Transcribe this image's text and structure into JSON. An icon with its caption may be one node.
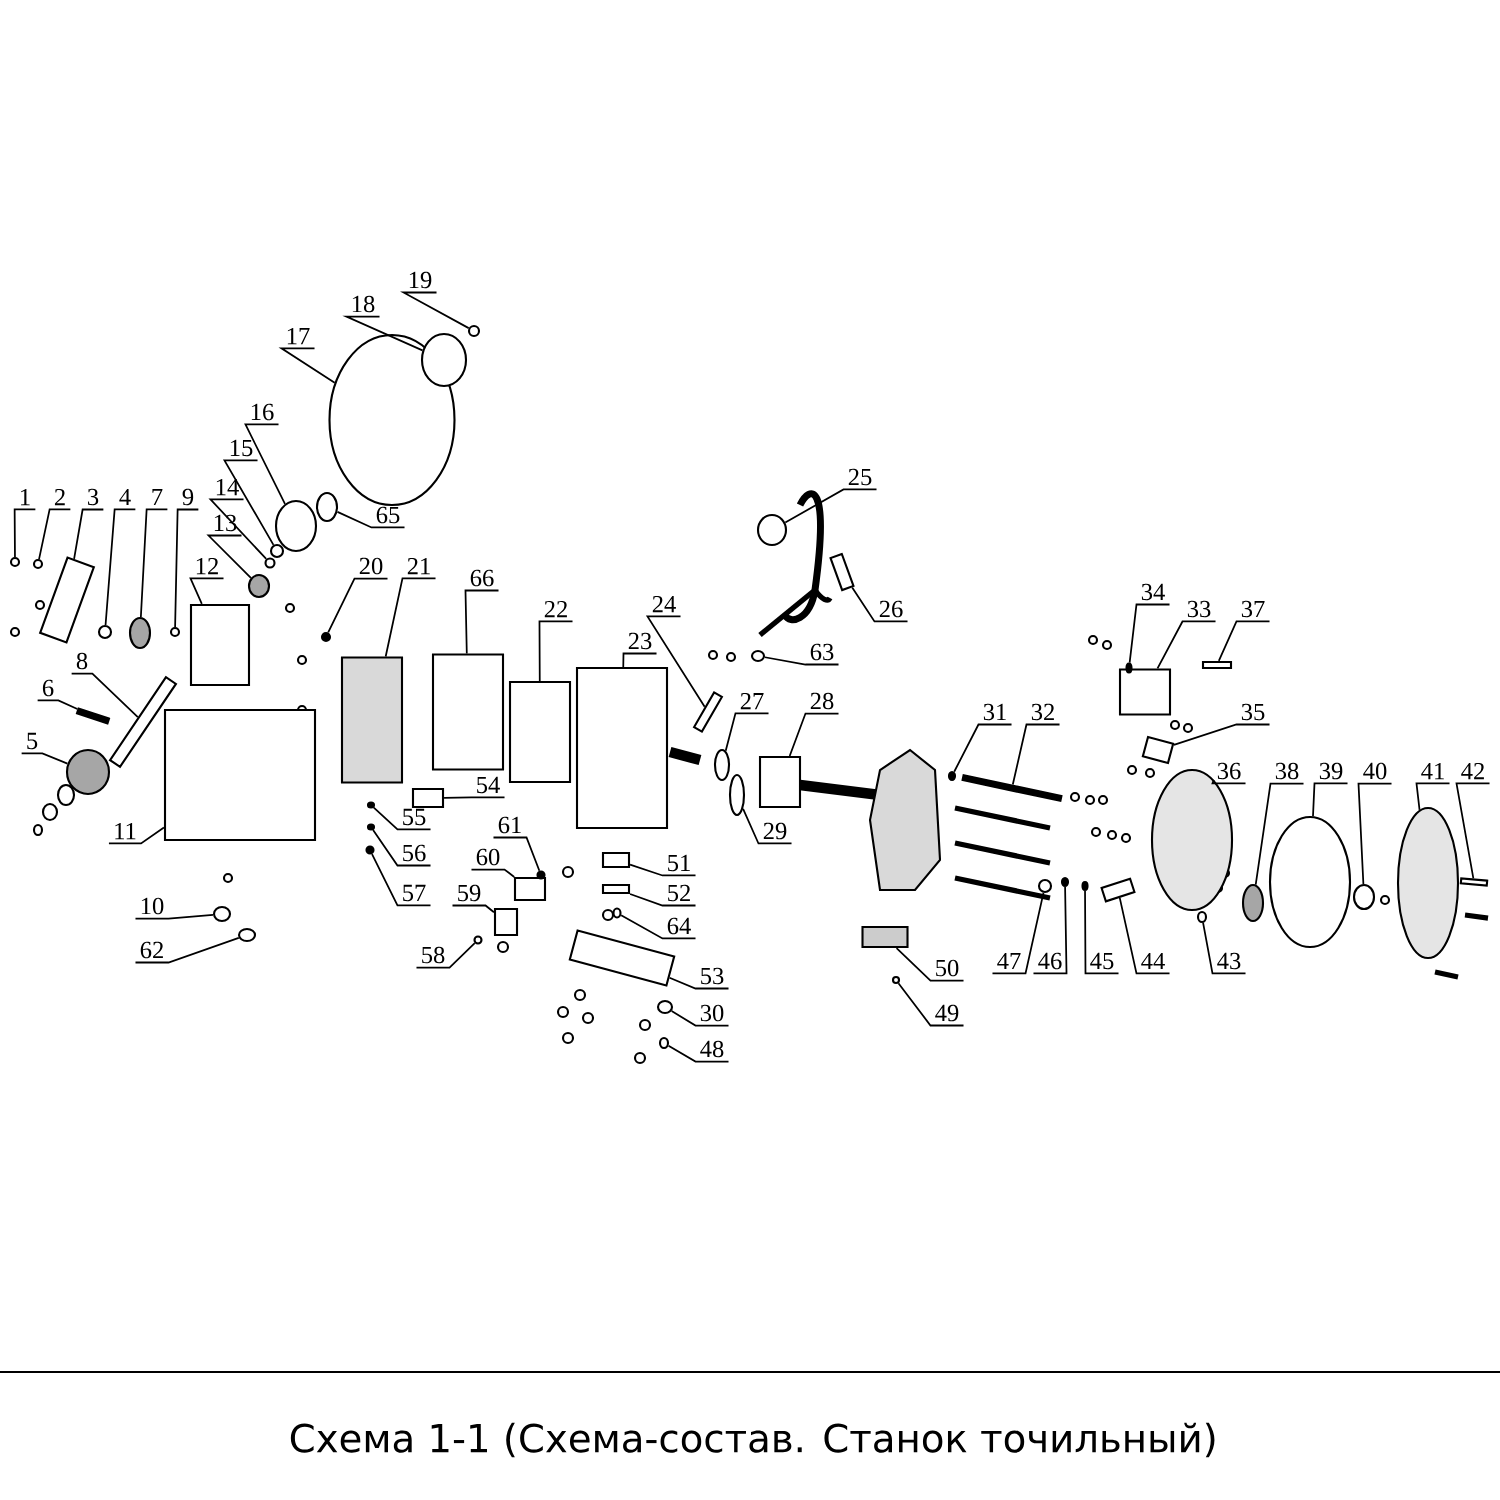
{
  "diagram": {
    "caption": "Схема 1-1 (Схема-состав. Станок точильный)",
    "nodes": [
      {
        "text": [
          "1"
        ]
      },
      {
        "text": [
          "2"
        ]
      },
      {
        "text": [
          "3"
        ]
      },
      {
        "text": [
          "4"
        ]
      },
      {
        "text": [
          "5"
        ]
      },
      {
        "text": [
          "6"
        ]
      },
      {
        "text": [
          "7"
        ]
      },
      {
        "text": [
          "8"
        ]
      },
      {
        "text": [
          "9"
        ]
      },
      {
        "text": [
          "10"
        ]
      },
      {
        "text": [
          "11"
        ]
      },
      {
        "text": [
          "12"
        ]
      },
      {
        "text": [
          "13"
        ]
      },
      {
        "text": [
          "14"
        ]
      },
      {
        "text": [
          "15"
        ]
      },
      {
        "text": [
          "16"
        ]
      },
      {
        "text": [
          "17"
        ]
      },
      {
        "text": [
          "18"
        ]
      },
      {
        "text": [
          "19"
        ]
      },
      {
        "text": [
          "20"
        ]
      },
      {
        "text": [
          "21"
        ]
      },
      {
        "text": [
          "22"
        ]
      },
      {
        "text": [
          "23"
        ]
      },
      {
        "text": [
          "24"
        ]
      },
      {
        "text": [
          "25"
        ]
      },
      {
        "text": [
          "26"
        ]
      },
      {
        "text": [
          "27"
        ]
      },
      {
        "text": [
          "28"
        ]
      },
      {
        "text": [
          "29"
        ]
      },
      {
        "text": [
          "30"
        ]
      },
      {
        "text": [
          "31"
        ]
      },
      {
        "text": [
          "32"
        ]
      },
      {
        "text": [
          "33"
        ]
      },
      {
        "text": [
          "34"
        ]
      },
      {
        "text": [
          "35"
        ]
      },
      {
        "text": [
          "36"
        ]
      },
      {
        "text": [
          "37"
        ]
      },
      {
        "text": [
          "38"
        ]
      },
      {
        "text": [
          "39"
        ]
      },
      {
        "text": [
          "40"
        ]
      },
      {
        "text": [
          "41"
        ]
      },
      {
        "text": [
          "42"
        ]
      },
      {
        "text": [
          "43"
        ]
      },
      {
        "text": [
          "44"
        ]
      },
      {
        "text": [
          "45"
        ]
      },
      {
        "text": [
          "46"
        ]
      },
      {
        "text": [
          "47"
        ]
      },
      {
        "text": [
          "48"
        ]
      },
      {
        "text": [
          "49"
        ]
      },
      {
        "text": [
          "50"
        ]
      },
      {
        "text": [
          "51"
        ]
      },
      {
        "text": [
          "52"
        ]
      },
      {
        "text": [
          "53"
        ]
      },
      {
        "text": [
          "54"
        ]
      },
      {
        "text": [
          "55"
        ]
      },
      {
        "text": [
          "56"
        ]
      },
      {
        "text": [
          "57"
        ]
      },
      {
        "text": [
          "58"
        ]
      },
      {
        "text": [
          "59"
        ]
      },
      {
        "text": [
          "60"
        ]
      },
      {
        "text": [
          "61"
        ]
      },
      {
        "text": [
          "62"
        ]
      },
      {
        "text": [
          "63"
        ]
      },
      {
        "text": [
          "64"
        ]
      },
      {
        "text": [
          "65"
        ]
      },
      {
        "text": [
          "66"
        ]
      },
      {
        "text": [],
        "shape": "circle"
      },
      {
        "text": [],
        "shape": "circle"
      },
      {
        "text": [],
        "shape": "box"
      },
      {
        "text": [],
        "shape": "circle"
      },
      {
        "text": [],
        "shape": "circle"
      },
      {
        "text": [],
        "shape": "box"
      },
      {
        "text": [],
        "shape": "circle"
      },
      {
        "text": [],
        "shape": "box"
      },
      {
        "text": [],
        "shape": "circle"
      },
      {
        "text": [],
        "shape": "circle"
      },
      {
        "text": [],
        "shape": "box"
      },
      {
        "text": [],
        "shape": "box"
      },
      {
        "text": [],
        "shape": "circle"
      },
      {
        "text": [],
        "shape": "circle"
      },
      {
        "text": [],
        "shape": "circle"
      },
      {
        "text": [],
        "shape": "circle"
      },
      {
        "text": [],
        "shape": "circle"
      },
      {
        "text": [],
        "shape": "circle"
      },
      {
        "text": [],
        "shape": "circle"
      },
      {
        "text": [],
        "shape": "circle"
      },
      {
        "text": [],
        "shape": "box"
      },
      {
        "text": [],
        "shape": "box"
      },
      {
        "text": [],
        "shape": "box"
      },
      {
        "text": [],
        "shape": "box"
      },
      {
        "text": [],
        "shape": "circle"
      },
      {
        "text": [],
        "shape": "box"
      },
      {
        "text": [],
        "shape": "circle"
      },
      {
        "text": [],
        "shape": "box"
      },
      {
        "text": [],
        "shape": "circle"
      },
      {
        "text": [],
        "shape": "circle"
      },
      {
        "text": [],
        "shape": "circle"
      },
      {
        "text": [],
        "shape": "box"
      },
      {
        "text": [],
        "shape": "box"
      },
      {
        "text": [],
        "shape": "circle"
      },
      {
        "text": [],
        "shape": "box"
      },
      {
        "text": [],
        "shape": "circle"
      },
      {
        "text": [],
        "shape": "box"
      },
      {
        "text": [],
        "shape": "circle"
      },
      {
        "text": [],
        "shape": "circle"
      },
      {
        "text": [],
        "shape": "circle"
      },
      {
        "text": [],
        "shape": "circle"
      },
      {
        "text": [],
        "shape": "box"
      },
      {
        "text": [],
        "shape": "circle"
      },
      {
        "text": [],
        "shape": "box"
      },
      {
        "text": [],
        "shape": "circle"
      },
      {
        "text": [],
        "shape": "circle"
      },
      {
        "text": [],
        "shape": "circle"
      },
      {
        "text": [],
        "shape": "circle"
      },
      {
        "text": [],
        "shape": "circle"
      },
      {
        "text": [],
        "shape": "box"
      },
      {
        "text": [],
        "shape": "box"
      },
      {
        "text": [],
        "shape": "box"
      },
      {
        "text": [],
        "shape": "box"
      },
      {
        "text": [],
        "shape": "box"
      },
      {
        "text": [],
        "shape": "circle"
      },
      {
        "text": [],
        "shape": "circle"
      },
      {
        "text": [],
        "shape": "circle"
      },
      {
        "text": [],
        "shape": "circle"
      },
      {
        "text": [],
        "shape": "box"
      },
      {
        "text": [],
        "shape": "box"
      },
      {
        "text": [],
        "shape": "circle"
      },
      {
        "text": [],
        "shape": "circle"
      },
      {
        "text": [],
        "shape": "circle"
      },
      {
        "text": [],
        "shape": "circle"
      },
      {
        "text": [],
        "shape": "circle"
      },
      {
        "text": [],
        "shape": "box"
      }
    ],
    "edges": [
      {
        "from": 0,
        "to": 66,
        "arrow": "none"
      },
      {
        "from": 1,
        "to": 67,
        "arrow": "none"
      },
      {
        "from": 2,
        "to": 68,
        "arrow": "none"
      },
      {
        "from": 3,
        "to": 69,
        "arrow": "none"
      },
      {
        "from": 4,
        "to": 70,
        "arrow": "none"
      },
      {
        "from": 5,
        "to": 71,
        "arrow": "none"
      },
      {
        "from": 6,
        "to": 72,
        "arrow": "none"
      },
      {
        "from": 7,
        "to": 73,
        "arrow": "none"
      },
      {
        "from": 8,
        "to": 74,
        "arrow": "none"
      },
      {
        "from": 9,
        "to": 75,
        "arrow": "none"
      },
      {
        "from": 10,
        "to": 76,
        "arrow": "none"
      },
      {
        "from": 11,
        "to": 77,
        "arrow": "none"
      },
      {
        "from": 12,
        "to": 78,
        "arrow": "none"
      },
      {
        "from": 13,
        "to": 79,
        "arrow": "none"
      },
      {
        "from": 14,
        "to": 80,
        "arrow": "none"
      },
      {
        "from": 15,
        "to": 81,
        "arrow": "none"
      },
      {
        "from": 16,
        "to": 82,
        "arrow": "none"
      },
      {
        "from": 17,
        "to": 83,
        "arrow": "none"
      },
      {
        "from": 18,
        "to": 84,
        "arrow": "none"
      },
      {
        "from": 19,
        "to": 85,
        "arrow": "none"
      },
      {
        "from": 20,
        "to": 86,
        "arrow": "none"
      },
      {
        "from": 21,
        "to": 87,
        "arrow": "none"
      },
      {
        "from": 22,
        "to": 88,
        "arrow": "none"
      },
      {
        "from": 23,
        "to": 89,
        "arrow": "none"
      },
      {
        "from": 24,
        "to": 90,
        "arrow": "none"
      },
      {
        "from": 25,
        "to": 91,
        "arrow": "none"
      },
      {
        "from": 26,
        "to": 92,
        "arrow": "none"
      },
      {
        "from": 27,
        "to": 93,
        "arrow": "none"
      },
      {
        "from": 28,
        "to": 94,
        "arrow": "none"
      },
      {
        "from": 29,
        "to": 95,
        "arrow": "none"
      },
      {
        "from": 30,
        "to": 96,
        "arrow": "none"
      },
      {
        "from": 31,
        "to": 97,
        "arrow": "none"
      },
      {
        "from": 32,
        "to": 98,
        "arrow": "none"
      },
      {
        "from": 33,
        "to": 99,
        "arrow": "none"
      },
      {
        "from": 34,
        "to": 100,
        "arrow": "none"
      },
      {
        "from": 35,
        "to": 101,
        "arrow": "none"
      },
      {
        "from": 36,
        "to": 102,
        "arrow": "none"
      },
      {
        "from": 37,
        "to": 103,
        "arrow": "none"
      },
      {
        "from": 38,
        "to": 104,
        "arrow": "none"
      },
      {
        "from": 39,
        "to": 105,
        "arrow": "none"
      },
      {
        "from": 40,
        "to": 106,
        "arrow": "none"
      },
      {
        "from": 41,
        "to": 107,
        "arrow": "none"
      },
      {
        "from": 42,
        "to": 108,
        "arrow": "none"
      },
      {
        "from": 43,
        "to": 109,
        "arrow": "none"
      },
      {
        "from": 44,
        "to": 110,
        "arrow": "none"
      },
      {
        "from": 45,
        "to": 111,
        "arrow": "none"
      },
      {
        "from": 46,
        "to": 112,
        "arrow": "none"
      },
      {
        "from": 47,
        "to": 113,
        "arrow": "none"
      },
      {
        "from": 48,
        "to": 114,
        "arrow": "none"
      },
      {
        "from": 49,
        "to": 115,
        "arrow": "none"
      },
      {
        "from": 50,
        "to": 116,
        "arrow": "none"
      },
      {
        "from": 51,
        "to": 117,
        "arrow": "none"
      },
      {
        "from": 52,
        "to": 118,
        "arrow": "none"
      },
      {
        "from": 53,
        "to": 119,
        "arrow": "none"
      },
      {
        "from": 54,
        "to": 120,
        "arrow": "none"
      },
      {
        "from": 55,
        "to": 121,
        "arrow": "none"
      },
      {
        "from": 56,
        "to": 122,
        "arrow": "none"
      },
      {
        "from": 57,
        "to": 123,
        "arrow": "none"
      },
      {
        "from": 58,
        "to": 124,
        "arrow": "none"
      },
      {
        "from": 59,
        "to": 125,
        "arrow": "none"
      },
      {
        "from": 60,
        "to": 126,
        "arrow": "none"
      },
      {
        "from": 61,
        "to": 127,
        "arrow": "none"
      },
      {
        "from": 62,
        "to": 128,
        "arrow": "none"
      },
      {
        "from": 63,
        "to": 129,
        "arrow": "none"
      },
      {
        "from": 64,
        "to": 130,
        "arrow": "none"
      },
      {
        "from": 65,
        "to": 131,
        "arrow": "none"
      }
    ]
  }
}
